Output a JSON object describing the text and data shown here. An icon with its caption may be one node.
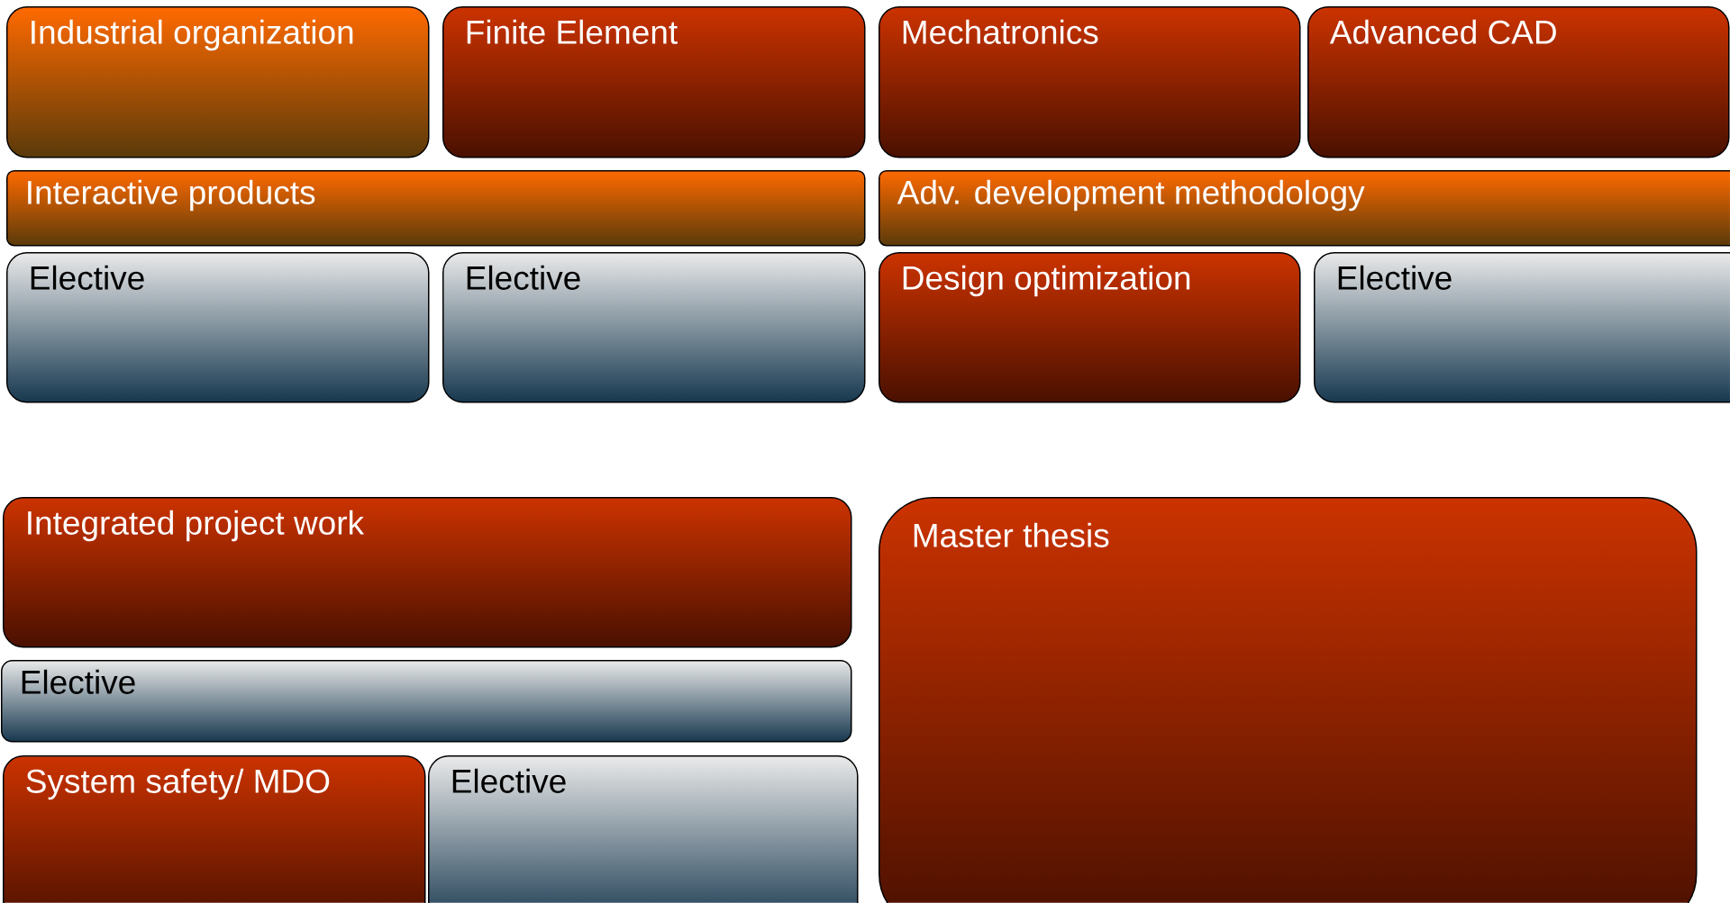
{
  "diagram": {
    "nodes": [
      {
        "text": [
          "Industrial organization"
        ]
      },
      {
        "text": [
          "Finite Element"
        ]
      },
      {
        "text": [
          "Mechatronics"
        ]
      },
      {
        "text": [
          "Advanced CAD"
        ]
      },
      {
        "text": [
          "Interactive products"
        ]
      },
      {
        "text": [
          "Adv. development methodology"
        ]
      },
      {
        "text": [
          "Elective"
        ]
      },
      {
        "text": [
          "Elective"
        ]
      },
      {
        "text": [
          "Design optimization"
        ]
      },
      {
        "text": [
          "Elective"
        ]
      },
      {
        "text": [
          "Integrated project work"
        ]
      },
      {
        "text": [
          "Master thesis"
        ]
      },
      {
        "text": [
          "Elective"
        ]
      },
      {
        "text": [
          "System safety/ MDO"
        ]
      },
      {
        "text": [
          "Elective"
        ]
      }
    ]
  }
}
